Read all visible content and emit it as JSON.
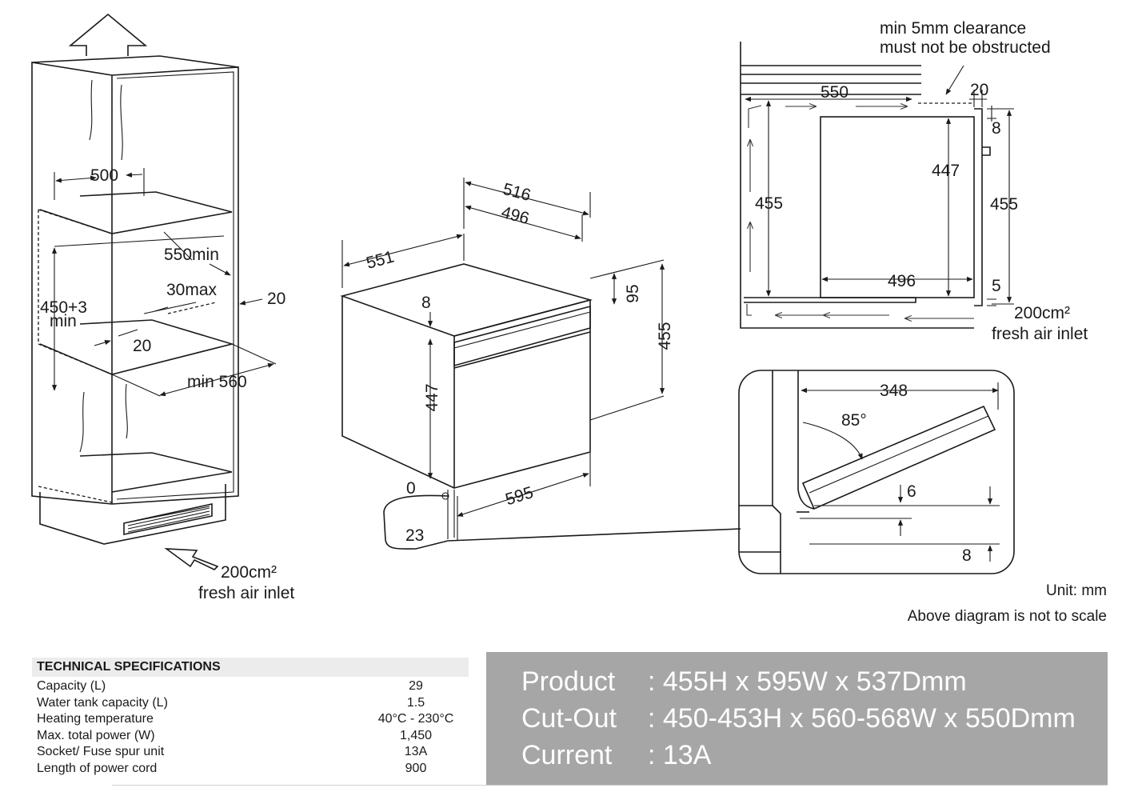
{
  "diagram": {
    "cabinet": {
      "w500": "500",
      "w550": "550min",
      "h450": "450+3",
      "h450_min": "min",
      "v30": "30max",
      "v20_right": "20",
      "v20_left": "20",
      "w560": "min 560",
      "air_area": "200cm²",
      "air_label": "fresh air inlet"
    },
    "oven": {
      "d551": "551",
      "w516": "516",
      "w496": "496",
      "h95": "95",
      "h455": "455",
      "d8": "8",
      "h447": "447",
      "v0": "0",
      "w595": "595",
      "v23": "23"
    },
    "side": {
      "note_line1": "min 5mm clearance",
      "note_line2": "must not be obstructed",
      "d550": "550",
      "v20": "20",
      "v8": "8",
      "h447": "447",
      "h455_left": "455",
      "h455_right": "455",
      "d496": "496",
      "v5": "5",
      "air_area": "200cm²",
      "air_label": "fresh air inlet"
    },
    "door": {
      "d348": "348",
      "angle": "85°",
      "v6": "6",
      "v8": "8"
    }
  },
  "notes": {
    "unit": "Unit: mm",
    "scale": "Above diagram is not to scale"
  },
  "specs": {
    "title": "TECHNICAL SPECIFICATIONS",
    "rows": [
      {
        "label": "Capacity (L)",
        "value": "29"
      },
      {
        "label": "Water tank capacity (L)",
        "value": "1.5"
      },
      {
        "label": "Heating temperature",
        "value": "40°C - 230°C"
      },
      {
        "label": "Max. total power (W)",
        "value": "1,450"
      },
      {
        "label": "Socket/ Fuse spur unit",
        "value": "13A"
      },
      {
        "label": "Length of power cord",
        "value": "900"
      }
    ]
  },
  "summary": {
    "product_label": "Product",
    "product_value": ": 455H x 595W x 537Dmm",
    "cutout_label": "Cut-Out",
    "cutout_value": ": 450-453H x 560-568W x 550Dmm",
    "current_label": "Current",
    "current_value": ": 13A"
  }
}
